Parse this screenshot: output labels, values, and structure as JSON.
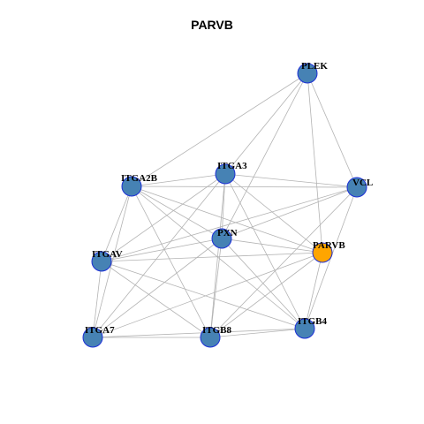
{
  "title": "PARVB",
  "colors": {
    "node_default": "#4682b4",
    "node_border": "#1c2fd6",
    "node_highlight": "#ffa500",
    "edge": "#b3b3b3"
  },
  "network": {
    "nodes": [
      {
        "id": "PLEK",
        "label": "PLEK",
        "highlight": false
      },
      {
        "id": "ITGA2B",
        "label": "ITGA2B",
        "highlight": false
      },
      {
        "id": "ITGA3",
        "label": "ITGA3",
        "highlight": false
      },
      {
        "id": "VCL",
        "label": "VCL",
        "highlight": false
      },
      {
        "id": "PXN",
        "label": "PXN",
        "highlight": false
      },
      {
        "id": "PARVB",
        "label": "PARVB",
        "highlight": true
      },
      {
        "id": "ITGAV",
        "label": "ITGAV",
        "highlight": false
      },
      {
        "id": "ITGB4",
        "label": "ITGB4",
        "highlight": false
      },
      {
        "id": "ITGA7",
        "label": "ITGA7",
        "highlight": false
      },
      {
        "id": "ITGB8",
        "label": "ITGB8",
        "highlight": false
      }
    ],
    "edges": [
      [
        "PLEK",
        "ITGA2B"
      ],
      [
        "PLEK",
        "ITGA3"
      ],
      [
        "PLEK",
        "VCL"
      ],
      [
        "PLEK",
        "PXN"
      ],
      [
        "PLEK",
        "PARVB"
      ],
      [
        "ITGA2B",
        "ITGA3"
      ],
      [
        "ITGA2B",
        "VCL"
      ],
      [
        "ITGA2B",
        "PXN"
      ],
      [
        "ITGA2B",
        "PARVB"
      ],
      [
        "ITGA2B",
        "ITGAV"
      ],
      [
        "ITGA2B",
        "ITGB4"
      ],
      [
        "ITGA2B",
        "ITGA7"
      ],
      [
        "ITGA2B",
        "ITGB8"
      ],
      [
        "ITGA3",
        "VCL"
      ],
      [
        "ITGA3",
        "PXN"
      ],
      [
        "ITGA3",
        "PARVB"
      ],
      [
        "ITGA3",
        "ITGAV"
      ],
      [
        "ITGA3",
        "ITGB4"
      ],
      [
        "ITGA3",
        "ITGA7"
      ],
      [
        "ITGA3",
        "ITGB8"
      ],
      [
        "VCL",
        "PXN"
      ],
      [
        "VCL",
        "ITGAV"
      ],
      [
        "VCL",
        "ITGB4"
      ],
      [
        "VCL",
        "ITGB8"
      ],
      [
        "PXN",
        "PARVB"
      ],
      [
        "PXN",
        "ITGAV"
      ],
      [
        "PXN",
        "ITGB4"
      ],
      [
        "PXN",
        "ITGA7"
      ],
      [
        "PXN",
        "ITGB8"
      ],
      [
        "PARVB",
        "ITGAV"
      ],
      [
        "PARVB",
        "ITGB4"
      ],
      [
        "PARVB",
        "ITGA7"
      ],
      [
        "PARVB",
        "ITGB8"
      ],
      [
        "ITGAV",
        "ITGB4"
      ],
      [
        "ITGAV",
        "ITGA7"
      ],
      [
        "ITGAV",
        "ITGB8"
      ],
      [
        "ITGB4",
        "ITGA7"
      ],
      [
        "ITGB4",
        "ITGB8"
      ],
      [
        "ITGA7",
        "ITGB8"
      ]
    ]
  }
}
